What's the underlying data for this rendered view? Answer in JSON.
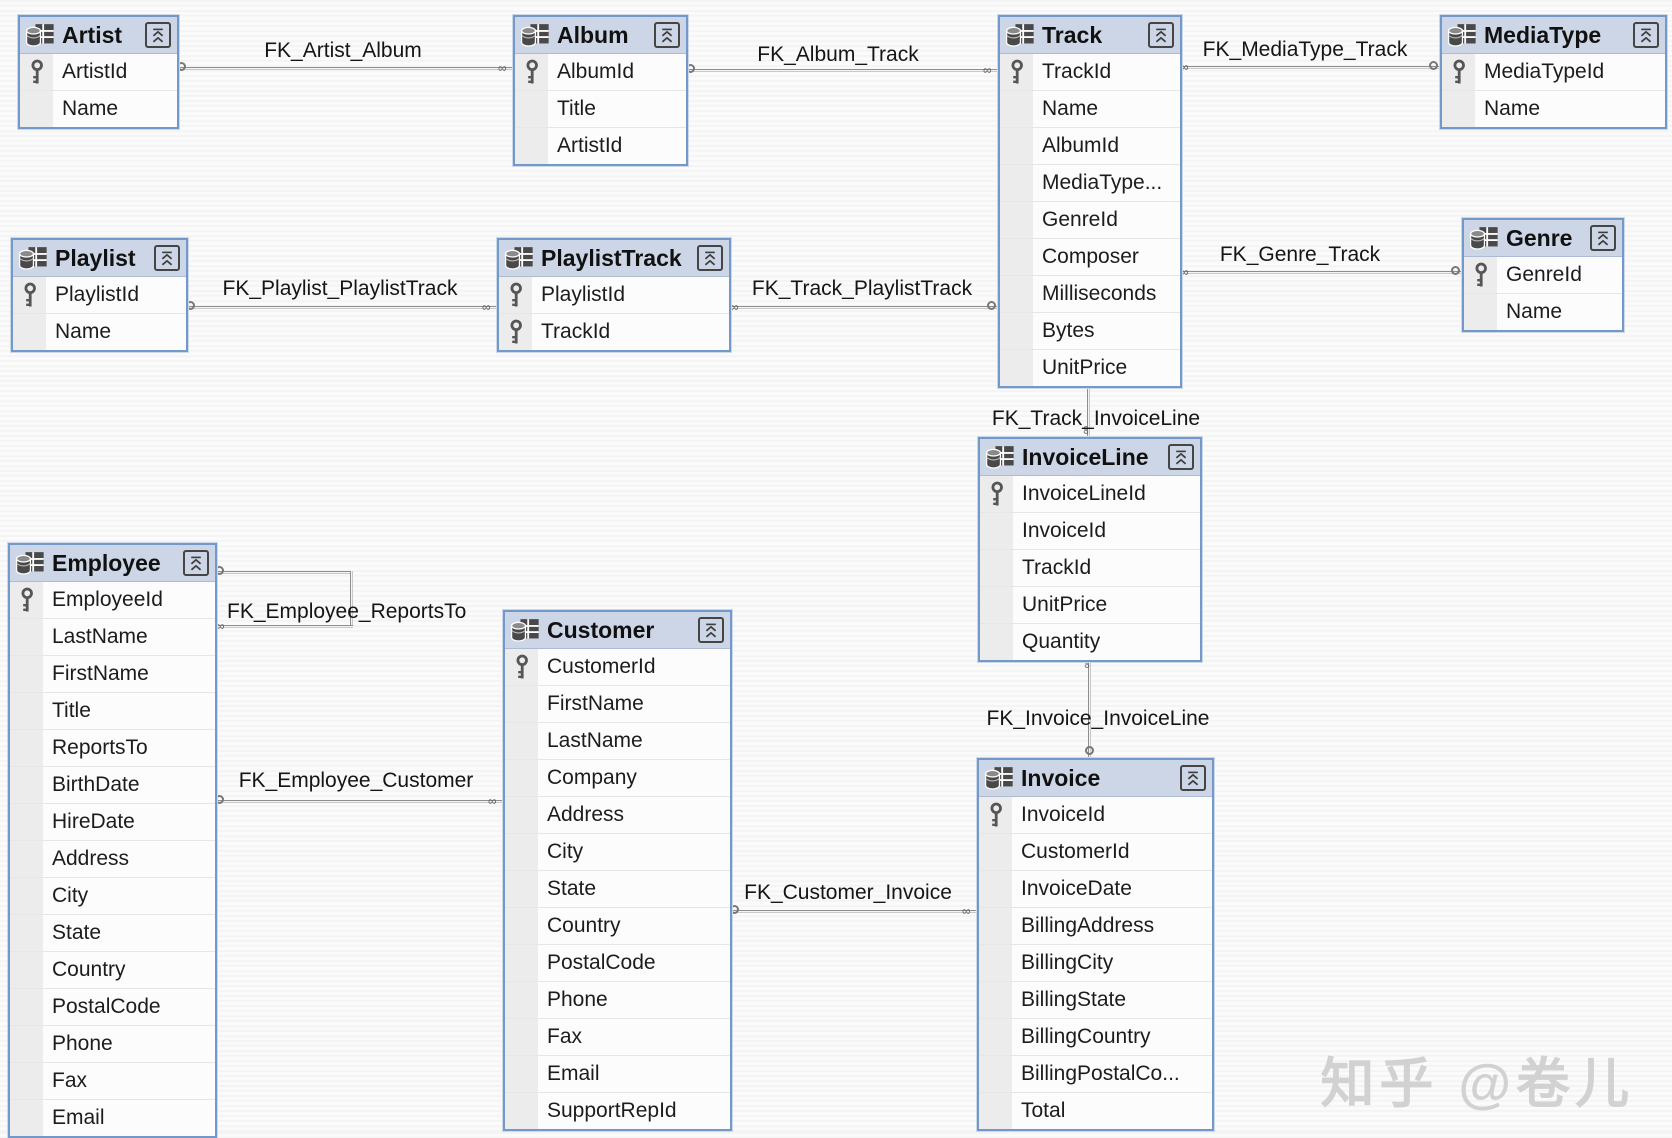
{
  "colors": {
    "table_border": "#7299c9",
    "table_header_bg": "#cdd6e6",
    "row_bg": "#fcfcfc",
    "key_strip_bg": "#ececec",
    "connector_line": "#8e8e8e",
    "text": "#1c1c1c",
    "watermark_gray": "#cbcbcb"
  },
  "icons": {
    "many": "∞"
  },
  "tables": {
    "artist": {
      "title": "Artist",
      "fields": [
        {
          "name": "ArtistId",
          "key": true
        },
        {
          "name": "Name",
          "key": false
        }
      ]
    },
    "album": {
      "title": "Album",
      "fields": [
        {
          "name": "AlbumId",
          "key": true
        },
        {
          "name": "Title",
          "key": false
        },
        {
          "name": "ArtistId",
          "key": false
        }
      ]
    },
    "track": {
      "title": "Track",
      "fields": [
        {
          "name": "TrackId",
          "key": true
        },
        {
          "name": "Name",
          "key": false
        },
        {
          "name": "AlbumId",
          "key": false
        },
        {
          "name": "MediaType...",
          "key": false
        },
        {
          "name": "GenreId",
          "key": false
        },
        {
          "name": "Composer",
          "key": false
        },
        {
          "name": "Milliseconds",
          "key": false
        },
        {
          "name": "Bytes",
          "key": false
        },
        {
          "name": "UnitPrice",
          "key": false
        }
      ]
    },
    "mediatype": {
      "title": "MediaType",
      "fields": [
        {
          "name": "MediaTypeId",
          "key": true
        },
        {
          "name": "Name",
          "key": false
        }
      ]
    },
    "genre": {
      "title": "Genre",
      "fields": [
        {
          "name": "GenreId",
          "key": true
        },
        {
          "name": "Name",
          "key": false
        }
      ]
    },
    "playlist": {
      "title": "Playlist",
      "fields": [
        {
          "name": "PlaylistId",
          "key": true
        },
        {
          "name": "Name",
          "key": false
        }
      ]
    },
    "playlisttrack": {
      "title": "PlaylistTrack",
      "fields": [
        {
          "name": "PlaylistId",
          "key": true
        },
        {
          "name": "TrackId",
          "key": true
        }
      ]
    },
    "invoiceline": {
      "title": "InvoiceLine",
      "fields": [
        {
          "name": "InvoiceLineId",
          "key": true
        },
        {
          "name": "InvoiceId",
          "key": false
        },
        {
          "name": "TrackId",
          "key": false
        },
        {
          "name": "UnitPrice",
          "key": false
        },
        {
          "name": "Quantity",
          "key": false
        }
      ]
    },
    "invoice": {
      "title": "Invoice",
      "fields": [
        {
          "name": "InvoiceId",
          "key": true
        },
        {
          "name": "CustomerId",
          "key": false
        },
        {
          "name": "InvoiceDate",
          "key": false
        },
        {
          "name": "BillingAddress",
          "key": false
        },
        {
          "name": "BillingCity",
          "key": false
        },
        {
          "name": "BillingState",
          "key": false
        },
        {
          "name": "BillingCountry",
          "key": false
        },
        {
          "name": "BillingPostalCo...",
          "key": false
        },
        {
          "name": "Total",
          "key": false
        }
      ]
    },
    "employee": {
      "title": "Employee",
      "fields": [
        {
          "name": "EmployeeId",
          "key": true
        },
        {
          "name": "LastName",
          "key": false
        },
        {
          "name": "FirstName",
          "key": false
        },
        {
          "name": "Title",
          "key": false
        },
        {
          "name": "ReportsTo",
          "key": false
        },
        {
          "name": "BirthDate",
          "key": false
        },
        {
          "name": "HireDate",
          "key": false
        },
        {
          "name": "Address",
          "key": false
        },
        {
          "name": "City",
          "key": false
        },
        {
          "name": "State",
          "key": false
        },
        {
          "name": "Country",
          "key": false
        },
        {
          "name": "PostalCode",
          "key": false
        },
        {
          "name": "Phone",
          "key": false
        },
        {
          "name": "Fax",
          "key": false
        },
        {
          "name": "Email",
          "key": false
        }
      ]
    },
    "customer": {
      "title": "Customer",
      "fields": [
        {
          "name": "CustomerId",
          "key": true
        },
        {
          "name": "FirstName",
          "key": false
        },
        {
          "name": "LastName",
          "key": false
        },
        {
          "name": "Company",
          "key": false
        },
        {
          "name": "Address",
          "key": false
        },
        {
          "name": "City",
          "key": false
        },
        {
          "name": "State",
          "key": false
        },
        {
          "name": "Country",
          "key": false
        },
        {
          "name": "PostalCode",
          "key": false
        },
        {
          "name": "Phone",
          "key": false
        },
        {
          "name": "Fax",
          "key": false
        },
        {
          "name": "Email",
          "key": false
        },
        {
          "name": "SupportRepId",
          "key": false
        }
      ]
    }
  },
  "relationships": {
    "artist_album": "FK_Artist_Album",
    "album_track": "FK_Album_Track",
    "mediatype_track": "FK_MediaType_Track",
    "genre_track": "FK_Genre_Track",
    "playlist_playlisttrack": "FK_Playlist_PlaylistTrack",
    "track_playlisttrack": "FK_Track_PlaylistTrack",
    "track_invoiceline": "FK_Track_InvoiceLine",
    "invoice_invoiceline": "FK_Invoice_InvoiceLine",
    "employee_reportsto": "FK_Employee_ReportsTo",
    "employee_customer": "FK_Employee_Customer",
    "customer_invoice": "FK_Customer_Invoice"
  },
  "watermark": "知乎 @卷儿"
}
